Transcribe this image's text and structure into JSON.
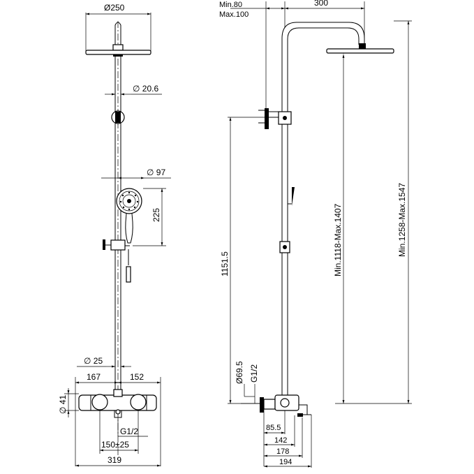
{
  "front_view": {
    "head_diameter": "Ø250",
    "pipe_diameter": "20.6",
    "handshower_diameter": "97",
    "handshower_height": "225",
    "riser_diameter": "25",
    "left_offset": "167",
    "right_offset": "152",
    "body_diameter": "41",
    "thread": "G1/2",
    "inlet_spacing": "150±25",
    "total_width": "319",
    "diameter_symbol": "∅"
  },
  "side_view": {
    "arm_min": "Min.80",
    "arm_max": "Max.100",
    "arm_length": "300",
    "bracket_height": "1151.5",
    "riser_height_range": "Min.1118-Max.1407",
    "total_height_range": "Min.1258-Max.1547",
    "escutcheon_diameter": "Ø69.5",
    "thread": "G1/2",
    "dim_85_5": "85.5",
    "dim_142": "142",
    "dim_178": "178",
    "dim_194": "194"
  }
}
